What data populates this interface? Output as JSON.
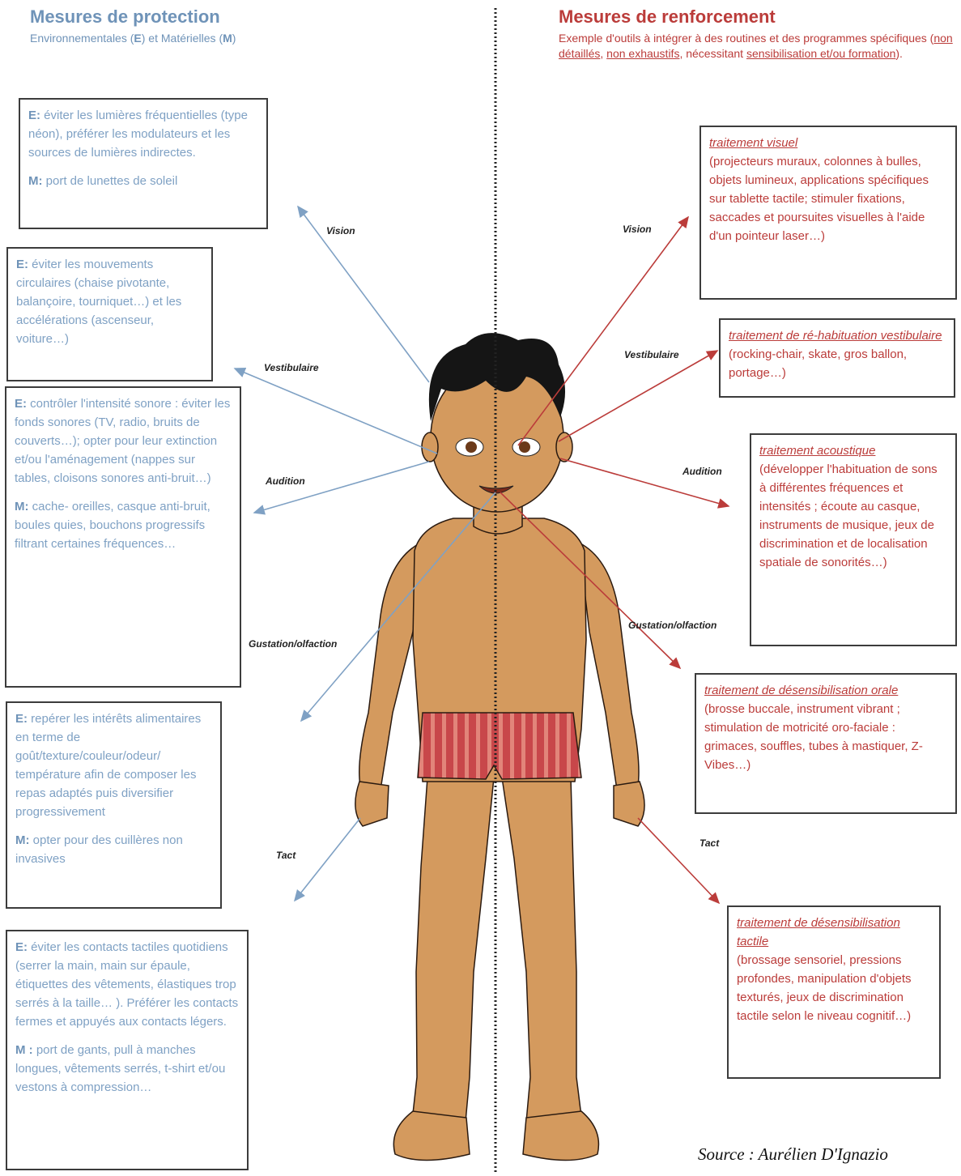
{
  "left": {
    "title": "Mesures de protection",
    "subtitle_pre": "Environnementales (",
    "subtitle_e": "E",
    "subtitle_mid": ") et Matérielles (",
    "subtitle_m": "M",
    "subtitle_post": ")",
    "boxes": [
      {
        "e_key": "E:",
        "e_text": " éviter les lumières fréquentielles (type néon), préférer les modulateurs et les sources de lumières indirectes.",
        "m_key": "M:",
        "m_text": " port de lunettes de soleil"
      },
      {
        "e_key": "E:",
        "e_text": " éviter les mouvements circulaires (chaise pivotante, balançoire, tourniquet…) et les accélérations (ascenseur, voiture…)"
      },
      {
        "e_key": "E:",
        "e_text": " contrôler l'intensité sonore : éviter les fonds sonores (TV, radio, bruits de couverts…);  opter pour leur extinction et/ou l'aménagement  (nappes sur tables, cloisons sonores anti-bruit…)",
        "m_key": "M:",
        "m_text": " cache- oreilles, casque anti-bruit, boules quies, bouchons progressifs filtrant certaines fréquences…"
      },
      {
        "e_key": "E:",
        "e_text": " repérer les intérêts alimentaires en terme de goût/texture/couleur/odeur/ température afin de composer les repas adaptés puis diversifier progressivement",
        "m_key": "M:",
        "m_text": " opter pour des cuillères non invasives"
      },
      {
        "e_key": "E:",
        "e_text": " éviter les contacts tactiles quotidiens (serrer la main, main sur épaule, étiquettes des vêtements, élastiques trop serrés à la taille… ). Préférer les contacts fermes et appuyés aux contacts légers.",
        "m_key": "M :",
        "m_text": " port de gants, pull à manches longues, vêtements serrés, t-shirt et/ou vestons à compression…"
      }
    ]
  },
  "right": {
    "title": "Mesures de renforcement",
    "subtitle_pre": "Exemple d'outils à intégrer à des routines et des programmes spécifiques (",
    "subtitle_u1": "non détaillés",
    "subtitle_sep": ", ",
    "subtitle_u2": "non exhaustifs",
    "subtitle_mid": ", nécessitant ",
    "subtitle_u3": "sensibilisation et/ou formation",
    "subtitle_post": ").",
    "boxes": [
      {
        "title": "traitement visuel",
        "text": "(projecteurs muraux, colonnes à bulles, objets lumineux, applications spécifiques sur tablette tactile; stimuler fixations, saccades et poursuites visuelles à l'aide d'un pointeur laser…)"
      },
      {
        "title": "traitement de ré-habituation vestibulaire",
        "text": " (rocking-chair, skate, gros ballon, portage…)"
      },
      {
        "title": "traitement acoustique",
        "text": "(développer l'habituation de sons à différentes fréquences et intensités ; écoute au casque, instruments de musique,  jeux de discrimination et de localisation spatiale de sonorités…)"
      },
      {
        "title": "traitement de désensibilisation orale",
        "text": "(brosse buccale, instrument vibrant ; stimulation de motricité oro-faciale : grimaces, souffles, tubes à mastiquer, Z-Vibes…)"
      },
      {
        "title": "traitement de désensibilisation tactile",
        "text": "(brossage sensoriel, pressions profondes, manipulation d'objets texturés, jeux de discrimination tactile selon le niveau cognitif…)"
      }
    ]
  },
  "labels": {
    "left_vision": "Vision",
    "left_vestibulaire": "Vestibulaire",
    "left_audition": "Audition",
    "left_gustation": "Gustation/olfaction",
    "left_tact": "Tact",
    "right_vision": "Vision",
    "right_vestibulaire": "Vestibulaire",
    "right_audition": "Audition",
    "right_gustation": "Gustation/olfaction",
    "right_tact": "Tact"
  },
  "source": "Source : Aurélien D'Ignazio",
  "colors": {
    "left": "#7fa1c4",
    "right": "#bb3c3a",
    "skin": "#d49a5e",
    "hair": "#151515",
    "trunks": "#c8474a"
  }
}
